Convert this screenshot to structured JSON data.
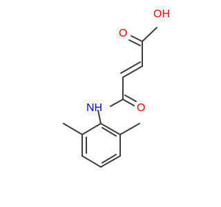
{
  "molecule": {
    "atoms": {
      "carboxyl_oh": "OH",
      "carboxyl_o": "O",
      "amide_o": "O",
      "amide_nh": "NH"
    },
    "colors": {
      "bond": "#3c3c3c",
      "oxygen": "#ff0000",
      "nitrogen": "#0000ff"
    }
  }
}
